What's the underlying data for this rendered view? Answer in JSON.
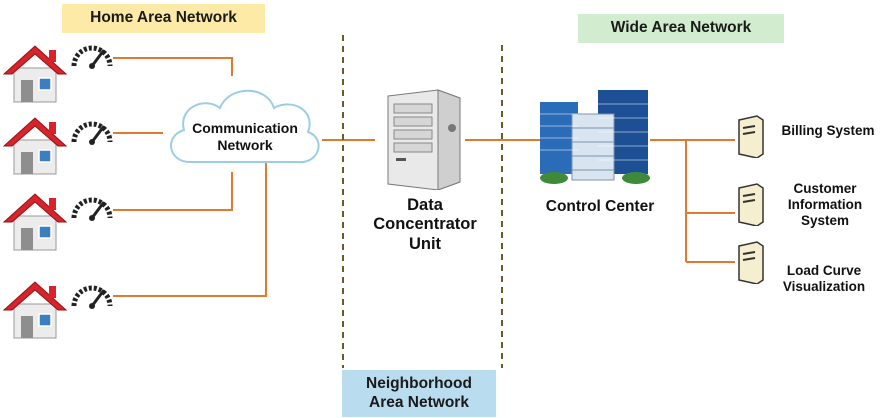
{
  "zones": {
    "home_area_network": "Home Area Network",
    "wide_area_network": "Wide Area Network",
    "neighborhood_area_network": "Neighborhood\nArea Network"
  },
  "nodes": {
    "communication_network": "Communication\nNetwork",
    "data_concentrator_unit": "Data\nConcentrator\nUnit",
    "control_center": "Control Center",
    "billing_system": "Billing System",
    "customer_information_system": "Customer\nInformation\nSystem",
    "load_curve_visualization": "Load Curve\nVisualization"
  },
  "icons": {
    "house": "house-icon",
    "meter": "smart-meter-icon",
    "cloud": "cloud-icon",
    "server": "server-tower-icon",
    "buildings": "office-buildings-icon",
    "system_server": "small-server-icon"
  },
  "colors": {
    "link": "#e07a2c",
    "roof": "#d8232a",
    "divider": "#6b5a2a",
    "han_tag": "#fdeaa6",
    "wan_tag": "#d2ecd0",
    "nan_tag": "#b9dcef"
  }
}
